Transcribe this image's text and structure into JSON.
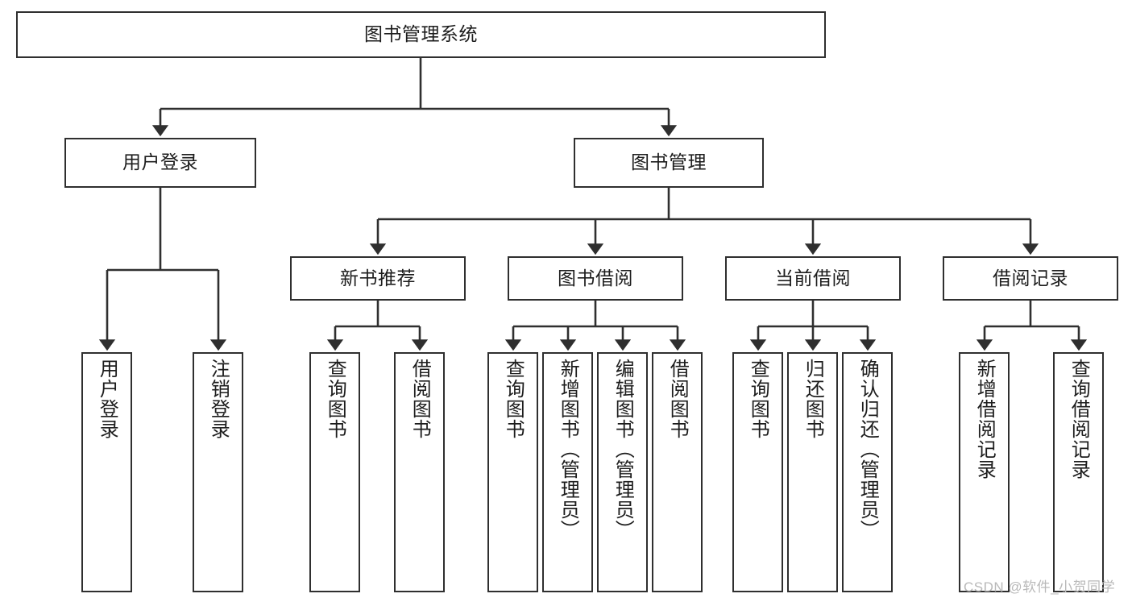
{
  "diagram": {
    "title": "图书管理系统",
    "type": "hierarchy-tree",
    "root": {
      "id": "root",
      "label": "图书管理系统",
      "orientation": "horizontal"
    },
    "level2": [
      {
        "id": "user-login",
        "label": "用户登录",
        "orientation": "horizontal"
      },
      {
        "id": "book-manage",
        "label": "图书管理",
        "orientation": "horizontal"
      }
    ],
    "level3": [
      {
        "id": "new-book-recommend",
        "label": "新书推荐",
        "orientation": "horizontal",
        "parent": "book-manage"
      },
      {
        "id": "book-borrow",
        "label": "图书借阅",
        "orientation": "horizontal",
        "parent": "book-manage"
      },
      {
        "id": "current-borrow",
        "label": "当前借阅",
        "orientation": "horizontal",
        "parent": "book-manage"
      },
      {
        "id": "borrow-record",
        "label": "借阅记录",
        "orientation": "horizontal",
        "parent": "book-manage"
      }
    ],
    "leaves": [
      {
        "id": "leaf-user-login",
        "label": "用户登录",
        "parent": "user-login",
        "orientation": "vertical"
      },
      {
        "id": "leaf-logout-login",
        "label": "注销登录",
        "parent": "user-login",
        "orientation": "vertical"
      },
      {
        "id": "leaf-query-book-1",
        "label": "查询图书",
        "parent": "new-book-recommend",
        "orientation": "vertical"
      },
      {
        "id": "leaf-borrow-book-1",
        "label": "借阅图书",
        "parent": "new-book-recommend",
        "orientation": "vertical"
      },
      {
        "id": "leaf-query-book-2",
        "label": "查询图书",
        "parent": "book-borrow",
        "orientation": "vertical"
      },
      {
        "id": "leaf-add-book",
        "label": "新增图书（管理员）",
        "parent": "book-borrow",
        "orientation": "vertical"
      },
      {
        "id": "leaf-edit-book",
        "label": "编辑图书（管理员）",
        "parent": "book-borrow",
        "orientation": "vertical"
      },
      {
        "id": "leaf-borrow-book-2",
        "label": "借阅图书",
        "parent": "book-borrow",
        "orientation": "vertical"
      },
      {
        "id": "leaf-query-book-3",
        "label": "查询图书",
        "parent": "current-borrow",
        "orientation": "vertical"
      },
      {
        "id": "leaf-return-book",
        "label": "归还图书",
        "parent": "current-borrow",
        "orientation": "vertical"
      },
      {
        "id": "leaf-confirm-return",
        "label": "确认归还（管理员）",
        "parent": "current-borrow",
        "orientation": "vertical"
      },
      {
        "id": "leaf-add-borrow-record",
        "label": "新增借阅记录",
        "parent": "borrow-record",
        "orientation": "vertical"
      },
      {
        "id": "leaf-query-borrow-record",
        "label": "查询借阅记录",
        "parent": "borrow-record",
        "orientation": "vertical"
      }
    ],
    "colors": {
      "box_border": "#2f2f2f",
      "box_fill": "#ffffff",
      "connector": "#2f2f2f",
      "text": "#1d1d1d",
      "watermark": "#b9b9b9"
    }
  },
  "watermark": {
    "text": "CSDN @软件_小贺同学"
  }
}
